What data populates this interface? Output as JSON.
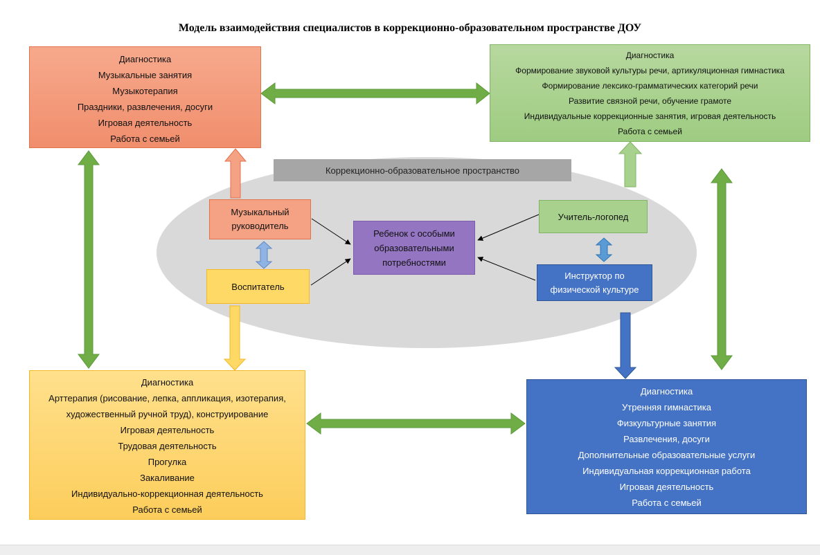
{
  "title": "Модель взаимодействия специалистов в коррекционно-образовательном пространстве ДОУ",
  "core_label": "Коррекционно-образовательное пространство",
  "roles": {
    "music": [
      "Музыкальный",
      "руководитель"
    ],
    "speech": "Учитель-логопед",
    "child": [
      "Ребенок с особыми",
      "образовательными",
      "потребностями"
    ],
    "teacher": "Воспитатель",
    "pe": [
      "Инструктор по",
      "физической культуре"
    ]
  },
  "boxes": {
    "music": [
      "Диагностика",
      "Музыкальные занятия",
      "Музыкотерапия",
      "Праздники, развлечения, досуги",
      "Игровая деятельность",
      "Работа с семьей"
    ],
    "speech": [
      "Диагностика",
      "Формирование звуковой культуры речи, артикуляционная гимнастика",
      "Формирование лексико-грамматических категорий речи",
      "Развитие связной речи, обучение грамоте",
      "Индивидуальные коррекционные занятия, игровая деятельность",
      "Работа с семьей"
    ],
    "teacher": [
      "Диагностика",
      "Арттерапия (рисование, лепка, аппликация, изотерапия,",
      "художественный ручной труд), конструирование",
      "Игровая деятельность",
      "Трудовая деятельность",
      "Прогулка",
      "Закаливание",
      "Индивидуально-коррекционная деятельность",
      "Работа с семьей"
    ],
    "pe": [
      "Диагностика",
      "Утренняя гимнастика",
      "Физкультурные занятия",
      "Развлечения, досуги",
      "Дополнительные образовательные услуги",
      "Индивидуальная коррекционная работа",
      "Игровая деятельность",
      "Работа с семьей"
    ]
  },
  "colors": {
    "green_arrow": "#70ad47",
    "orange": "#f4a283",
    "yellow": "#ffd966",
    "light_green": "#a9d18e",
    "blue": "#4472c4",
    "light_blue": "#8fb4e3",
    "purple": "#9475c1",
    "ellipse": "#d9d9d9"
  }
}
